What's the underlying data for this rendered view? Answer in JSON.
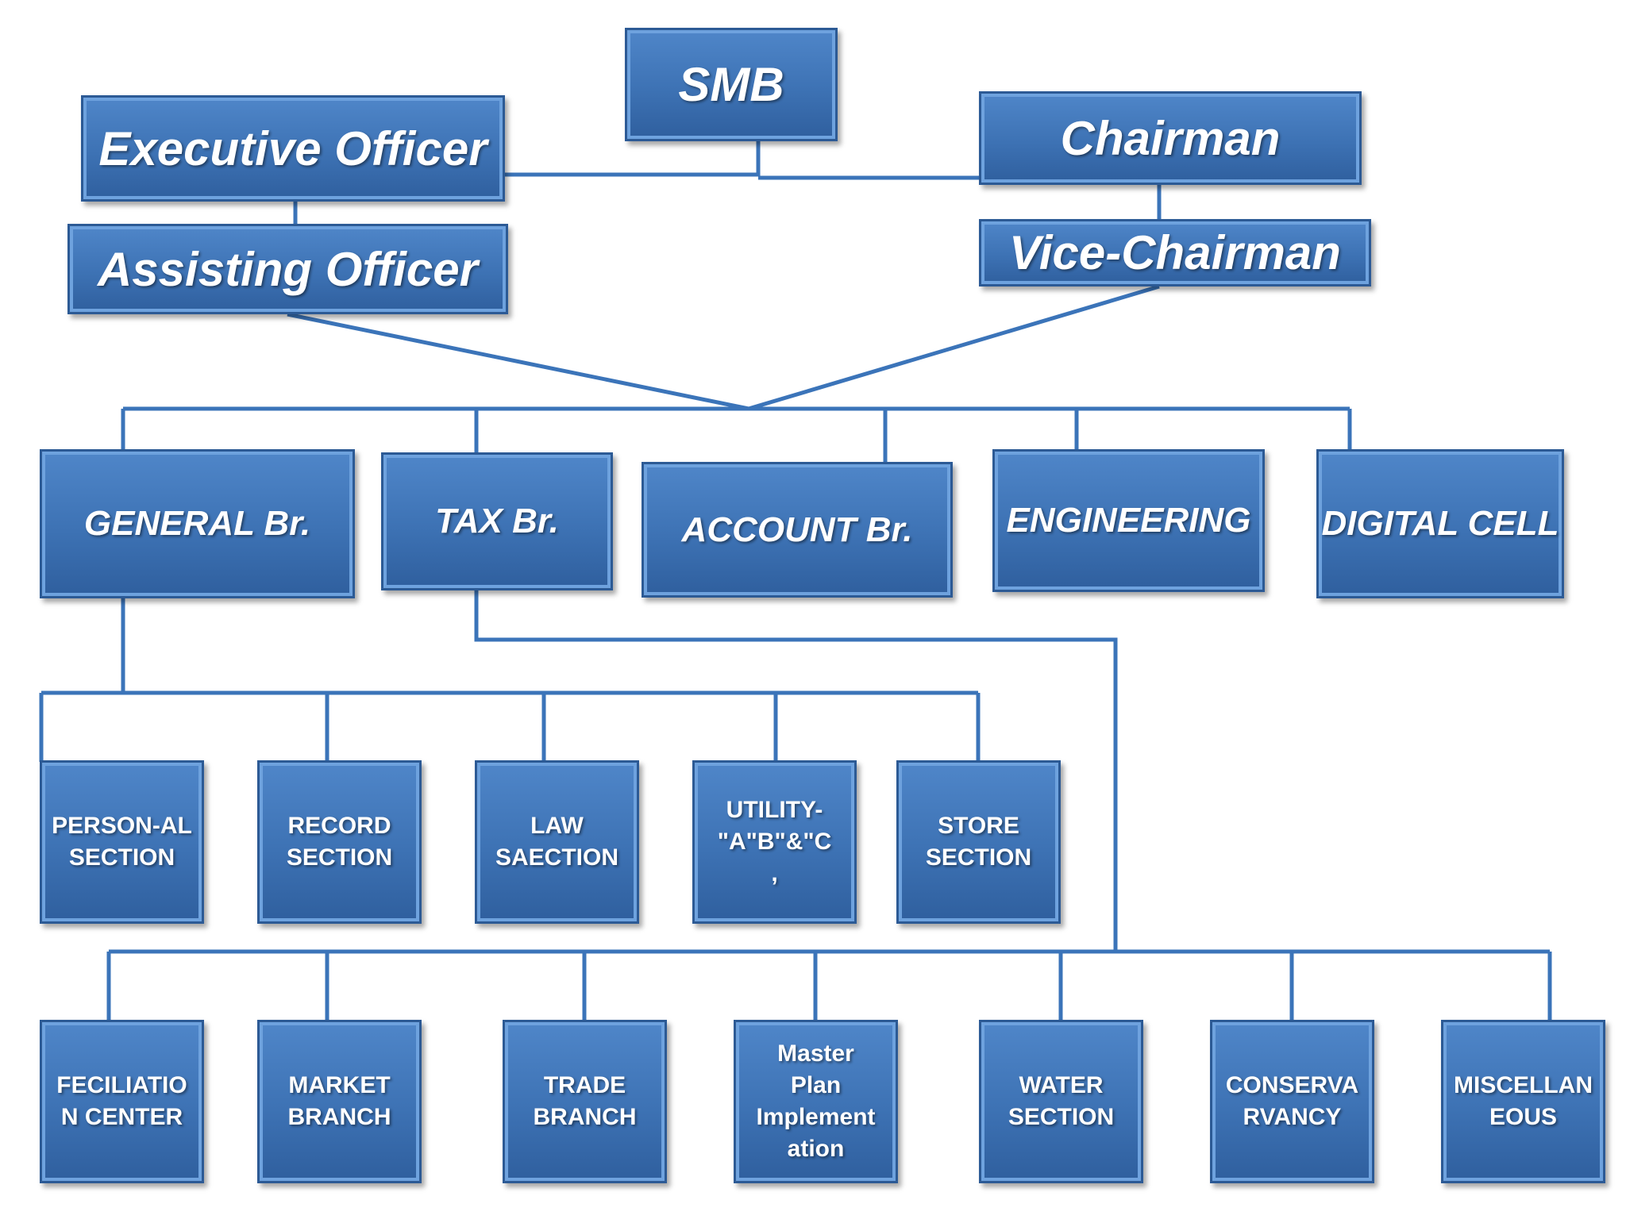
{
  "colors": {
    "box_fill": "#3d72b4",
    "box_border": "#2c5a95",
    "connector": "#3b74b9",
    "text": "#ffffff"
  },
  "top": {
    "smb": "SMB",
    "executive_officer": "Executive Officer",
    "assisting_officer": "Assisting Officer",
    "chairman": "Chairman",
    "vice_chairman": "Vice-Chairman"
  },
  "branches": {
    "general": "GENERAL Br.",
    "tax": "TAX  Br.",
    "account": "ACCOUNT Br.",
    "engineering": "ENGINEERING",
    "digital_cell": "DIGITAL CELL"
  },
  "general_sections": {
    "personal": "PERSON-AL\nSECTION",
    "record": "RECORD\nSECTION",
    "law": "LAW\nSAECTION",
    "utility": "UTILITY-\n\"A\"B\"&\"C\n,",
    "store": "STORE\nSECTION"
  },
  "tax_sections": {
    "feciliation": "FECILIATIO\nN CENTER",
    "market": "MARKET\nBRANCH",
    "trade": "TRADE\nBRANCH",
    "master_plan": "Master\nPlan\nImplement\nation",
    "water": "WATER\nSECTION",
    "conservancy": "CONSERVA\nRVANCY",
    "miscellaneous": "MISCELLAN\nEOUS"
  }
}
